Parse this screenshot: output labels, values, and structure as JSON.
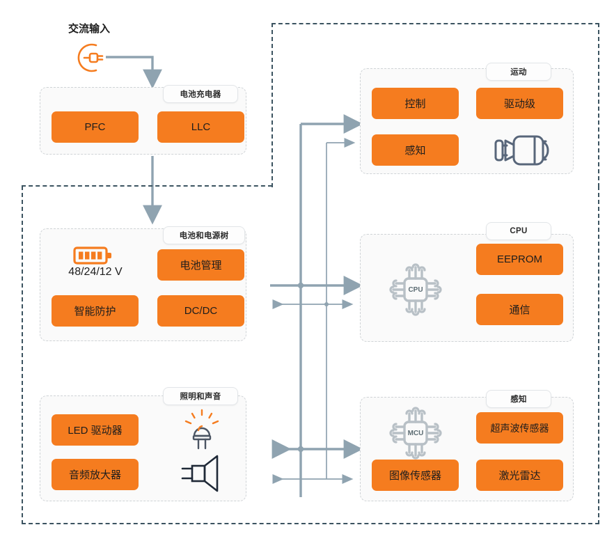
{
  "diagram": {
    "title_label": "交流输入",
    "battery_voltage_label": "48/24/12 V",
    "colors": {
      "block_orange": "#F57C1F",
      "boundary_dark": "#3b5360",
      "connector_gray": "#8fa3b0",
      "panel_border": "#cfd3d6",
      "icon_slate": "#58667a",
      "icon_gray": "#b8c0c6"
    },
    "icons": {
      "ac_plug": "ac-plug-icon",
      "battery": "battery-icon",
      "motor": "motor-icon",
      "cpu_chip": "cpu-chip-icon",
      "mcu_chip": "mcu-chip-icon",
      "led": "led-icon",
      "speaker": "speaker-icon"
    },
    "chip_labels": {
      "cpu": "CPU",
      "mcu": "MCU"
    },
    "panels": [
      {
        "id": "battery-charger",
        "title": "电池充电器",
        "blocks": [
          {
            "id": "pfc",
            "label": "PFC"
          },
          {
            "id": "llc",
            "label": "LLC"
          }
        ]
      },
      {
        "id": "battery-power-tree",
        "title": "电池和电源树",
        "blocks": [
          {
            "id": "battery-management",
            "label": "电池管理"
          },
          {
            "id": "smart-protection",
            "label": "智能防护"
          },
          {
            "id": "dcdc",
            "label": "DC/DC"
          }
        ]
      },
      {
        "id": "lighting-sound",
        "title": "照明和声音",
        "blocks": [
          {
            "id": "led-driver",
            "label": "LED 驱动器"
          },
          {
            "id": "audio-amplifier",
            "label": "音频放大器"
          }
        ]
      },
      {
        "id": "motion",
        "title": "运动",
        "blocks": [
          {
            "id": "control",
            "label": "控制"
          },
          {
            "id": "drive-stage",
            "label": "驱动级"
          },
          {
            "id": "sense",
            "label": "感知"
          }
        ]
      },
      {
        "id": "cpu",
        "title": "CPU",
        "blocks": [
          {
            "id": "eeprom",
            "label": "EEPROM"
          },
          {
            "id": "communication",
            "label": "通信"
          }
        ]
      },
      {
        "id": "sensing",
        "title": "感知",
        "blocks": [
          {
            "id": "ultrasonic-sensor",
            "label": "超声波传感器"
          },
          {
            "id": "image-sensor",
            "label": "图像传感器"
          },
          {
            "id": "lidar",
            "label": "激光雷达"
          }
        ]
      }
    ]
  }
}
